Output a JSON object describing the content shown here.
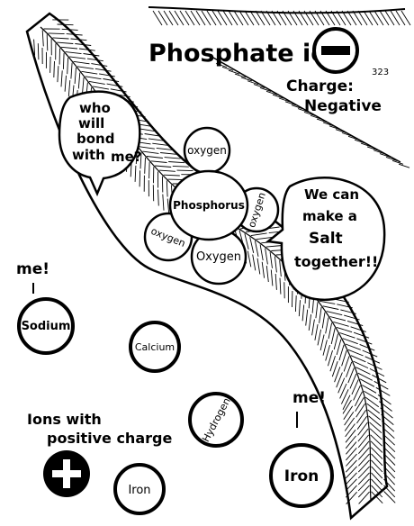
{
  "title": "Phosphate ion",
  "page_number": "323",
  "charge": {
    "line1": "Charge:",
    "line2": "Negative"
  },
  "speech_left": {
    "lines": [
      "who",
      "will",
      "bond",
      "with",
      "me?"
    ]
  },
  "speech_right": {
    "lines": [
      "We can",
      "make a",
      "Salt",
      "together!!"
    ]
  },
  "molecule": {
    "center": "Phosphorus",
    "top": "oxygen",
    "right": "oxygen",
    "bottom": "Oxygen",
    "left": "oxygen"
  },
  "ions": {
    "sodium": "Sodium",
    "calcium": "Calcium",
    "hydrogen": "Hydrogen",
    "iron_small": "Iron",
    "iron_big": "Iron"
  },
  "me_label_1": "me!",
  "me_label_2": "me!",
  "positive_caption": {
    "line1": "Ions with",
    "line2": "positive charge"
  },
  "icons": {
    "negative": "minus-sign-icon",
    "positive": "plus-sign-icon"
  },
  "colors": {
    "ink": "#000000",
    "paper": "#ffffff"
  }
}
